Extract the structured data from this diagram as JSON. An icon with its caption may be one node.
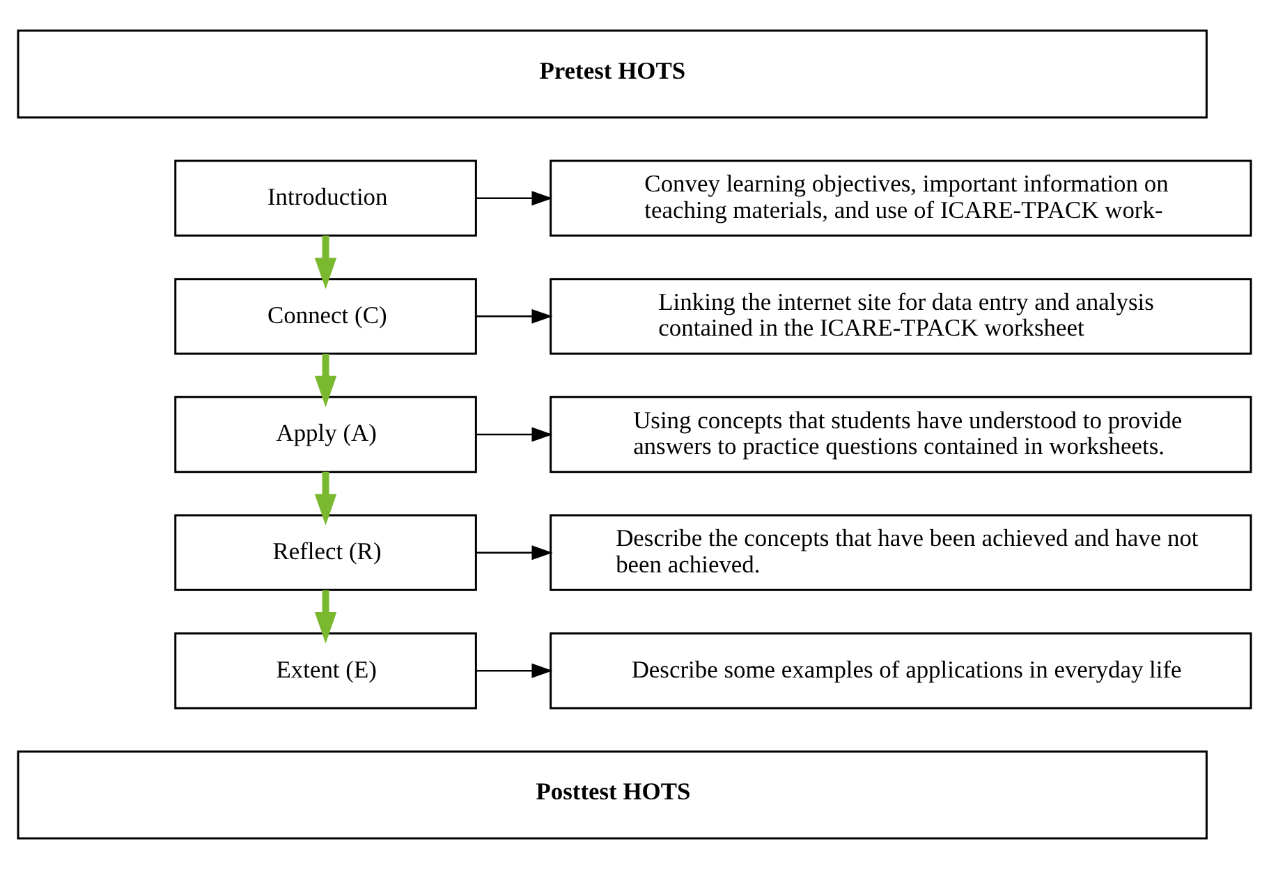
{
  "diagram": {
    "nodes": [
      {
        "text": [
          "Pretest HOTS"
        ]
      },
      {
        "text": [
          "Introduction"
        ]
      },
      {
        "text": [
          "Convey learning objectives, important information on teaching materials, and use of ICARE-TPACK work-"
        ]
      },
      {
        "text": [
          "Connect (C)"
        ]
      },
      {
        "text": [
          "Linking the internet site for data entry and analysis contained in the ICARE-TPACK worksheet"
        ]
      },
      {
        "text": [
          "Apply (A)"
        ]
      },
      {
        "text": [
          "Using concepts that students have understood to provide answers to practice questions contained in worksheets."
        ]
      },
      {
        "text": [
          "Reflect (R)"
        ]
      },
      {
        "text": [
          "Describe the concepts that have been achieved and have not been achieved."
        ]
      },
      {
        "text": [
          "Extent (E)"
        ]
      },
      {
        "text": [
          "Describe some examples of applications in everyday life"
        ]
      },
      {
        "text": [
          "Posttest HOTS"
        ]
      }
    ],
    "edges": [
      {
        "from": 1,
        "to": 2,
        "arrow": "to"
      },
      {
        "from": 1,
        "to": 3,
        "arrow": "to",
        "style": "thick",
        "color": "#7ab830"
      },
      {
        "from": 3,
        "to": 4,
        "arrow": "to"
      },
      {
        "from": 3,
        "to": 5,
        "arrow": "to",
        "style": "thick",
        "color": "#7ab830"
      },
      {
        "from": 5,
        "to": 6,
        "arrow": "to"
      },
      {
        "from": 5,
        "to": 7,
        "arrow": "to",
        "style": "thick",
        "color": "#7ab830"
      },
      {
        "from": 7,
        "to": 8,
        "arrow": "to"
      },
      {
        "from": 7,
        "to": 9,
        "arrow": "to",
        "style": "thick",
        "color": "#7ab830"
      },
      {
        "from": 9,
        "to": 10,
        "arrow": "to"
      }
    ]
  }
}
